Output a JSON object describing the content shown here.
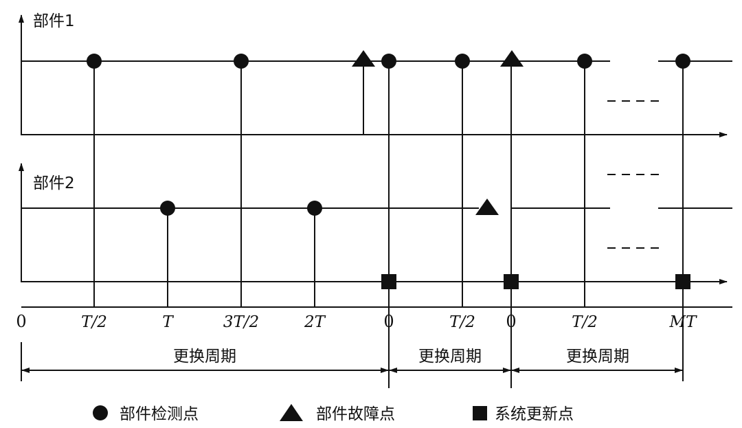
{
  "components": [
    {
      "label": "部件1"
    },
    {
      "label": "部件2"
    }
  ],
  "time_ticks": [
    {
      "text": "0",
      "italic": false
    },
    {
      "text": "T/2",
      "italic": true
    },
    {
      "text": "T",
      "italic": true
    },
    {
      "text": "3T/2",
      "italic": true
    },
    {
      "text": "2T",
      "italic": true
    },
    {
      "text": "0",
      "italic": false
    },
    {
      "text": "T/2",
      "italic": true
    },
    {
      "text": "0",
      "italic": false
    },
    {
      "text": "T/2",
      "italic": true
    },
    {
      "text": "MT",
      "italic": true
    }
  ],
  "periods": [
    {
      "label": "更换周期"
    },
    {
      "label": "更换周期"
    },
    {
      "label": "更换周期"
    }
  ],
  "legend": [
    {
      "symbol": "circle",
      "label": "部件检测点"
    },
    {
      "symbol": "triangle",
      "label": "部件故障点"
    },
    {
      "symbol": "square",
      "label": "系统更新点"
    }
  ],
  "ellipsis": "- - - -"
}
